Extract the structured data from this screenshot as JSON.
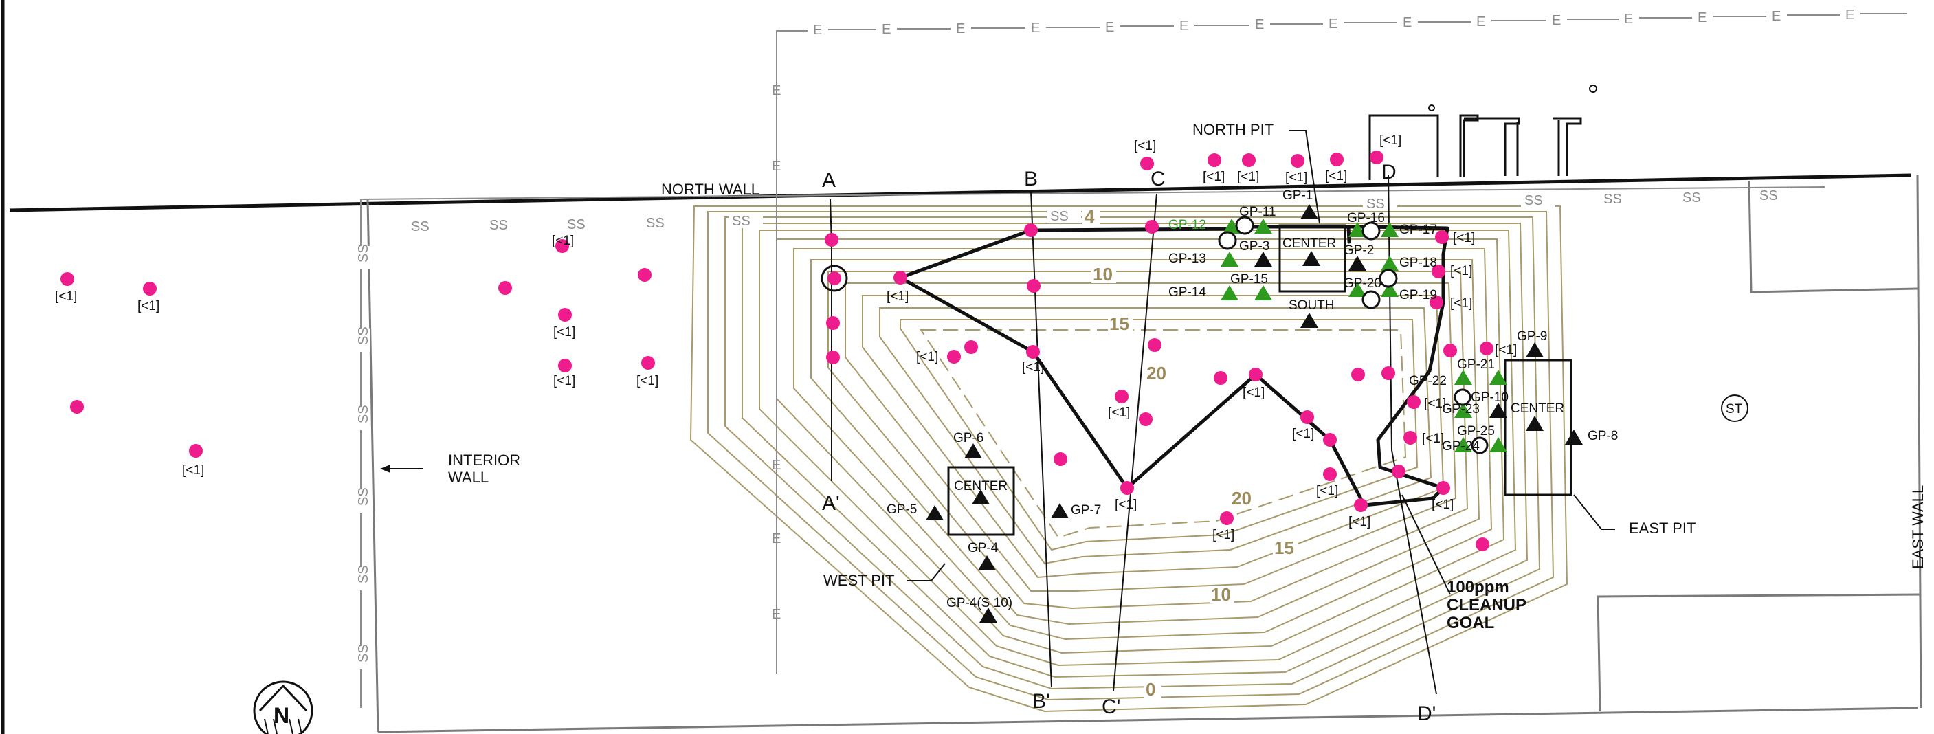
{
  "labels": {
    "north_wall": "NORTH WALL",
    "east_wall": "EAST WALL",
    "interior_wall_line1": "INTERIOR",
    "interior_wall_line2": "WALL",
    "north_pit": "NORTH PIT",
    "west_pit": "WEST PIT",
    "east_pit": "EAST PIT",
    "center": "CENTER",
    "south": "SOUTH",
    "cleanup_goal_line1": "100ppm",
    "cleanup_goal_line2": "CLEANUP",
    "cleanup_goal_line3": "GOAL",
    "st_symbol": "ST",
    "north_arrow": "N",
    "sewer_code": "SS",
    "electric_code": "E"
  },
  "sections": [
    {
      "start": "A",
      "end": "A'"
    },
    {
      "start": "B",
      "end": "B'"
    },
    {
      "start": "C",
      "end": "C'"
    },
    {
      "start": "D",
      "end": "D'"
    }
  ],
  "contour_labels": [
    "4",
    "10",
    "15",
    "20",
    "20",
    "15",
    "10",
    "0"
  ],
  "result_label": "[<1]",
  "probes": {
    "west": [
      "GP-4",
      "GP-4(S 10)",
      "GP-5",
      "GP-6",
      "GP-7"
    ],
    "north": [
      "GP-1",
      "GP-2",
      "GP-3",
      "GP-11",
      "GP-12",
      "GP-13",
      "GP-14",
      "GP-15",
      "GP-16",
      "GP-17",
      "GP-18",
      "GP-19",
      "GP-20"
    ],
    "east": [
      "GP-8",
      "GP-9",
      "GP-10",
      "GP-21",
      "GP-22",
      "GP-23",
      "GP-24",
      "GP-25"
    ]
  },
  "colors": {
    "sample_point": "#ee1c8c",
    "contour": "#a89a6a",
    "contour_label": "#9b8a5c",
    "probe_green": "#2e9a1e",
    "probe_black": "#111111",
    "utility_gray": "#8c8c8c",
    "boundary": "#7a7a7a"
  }
}
